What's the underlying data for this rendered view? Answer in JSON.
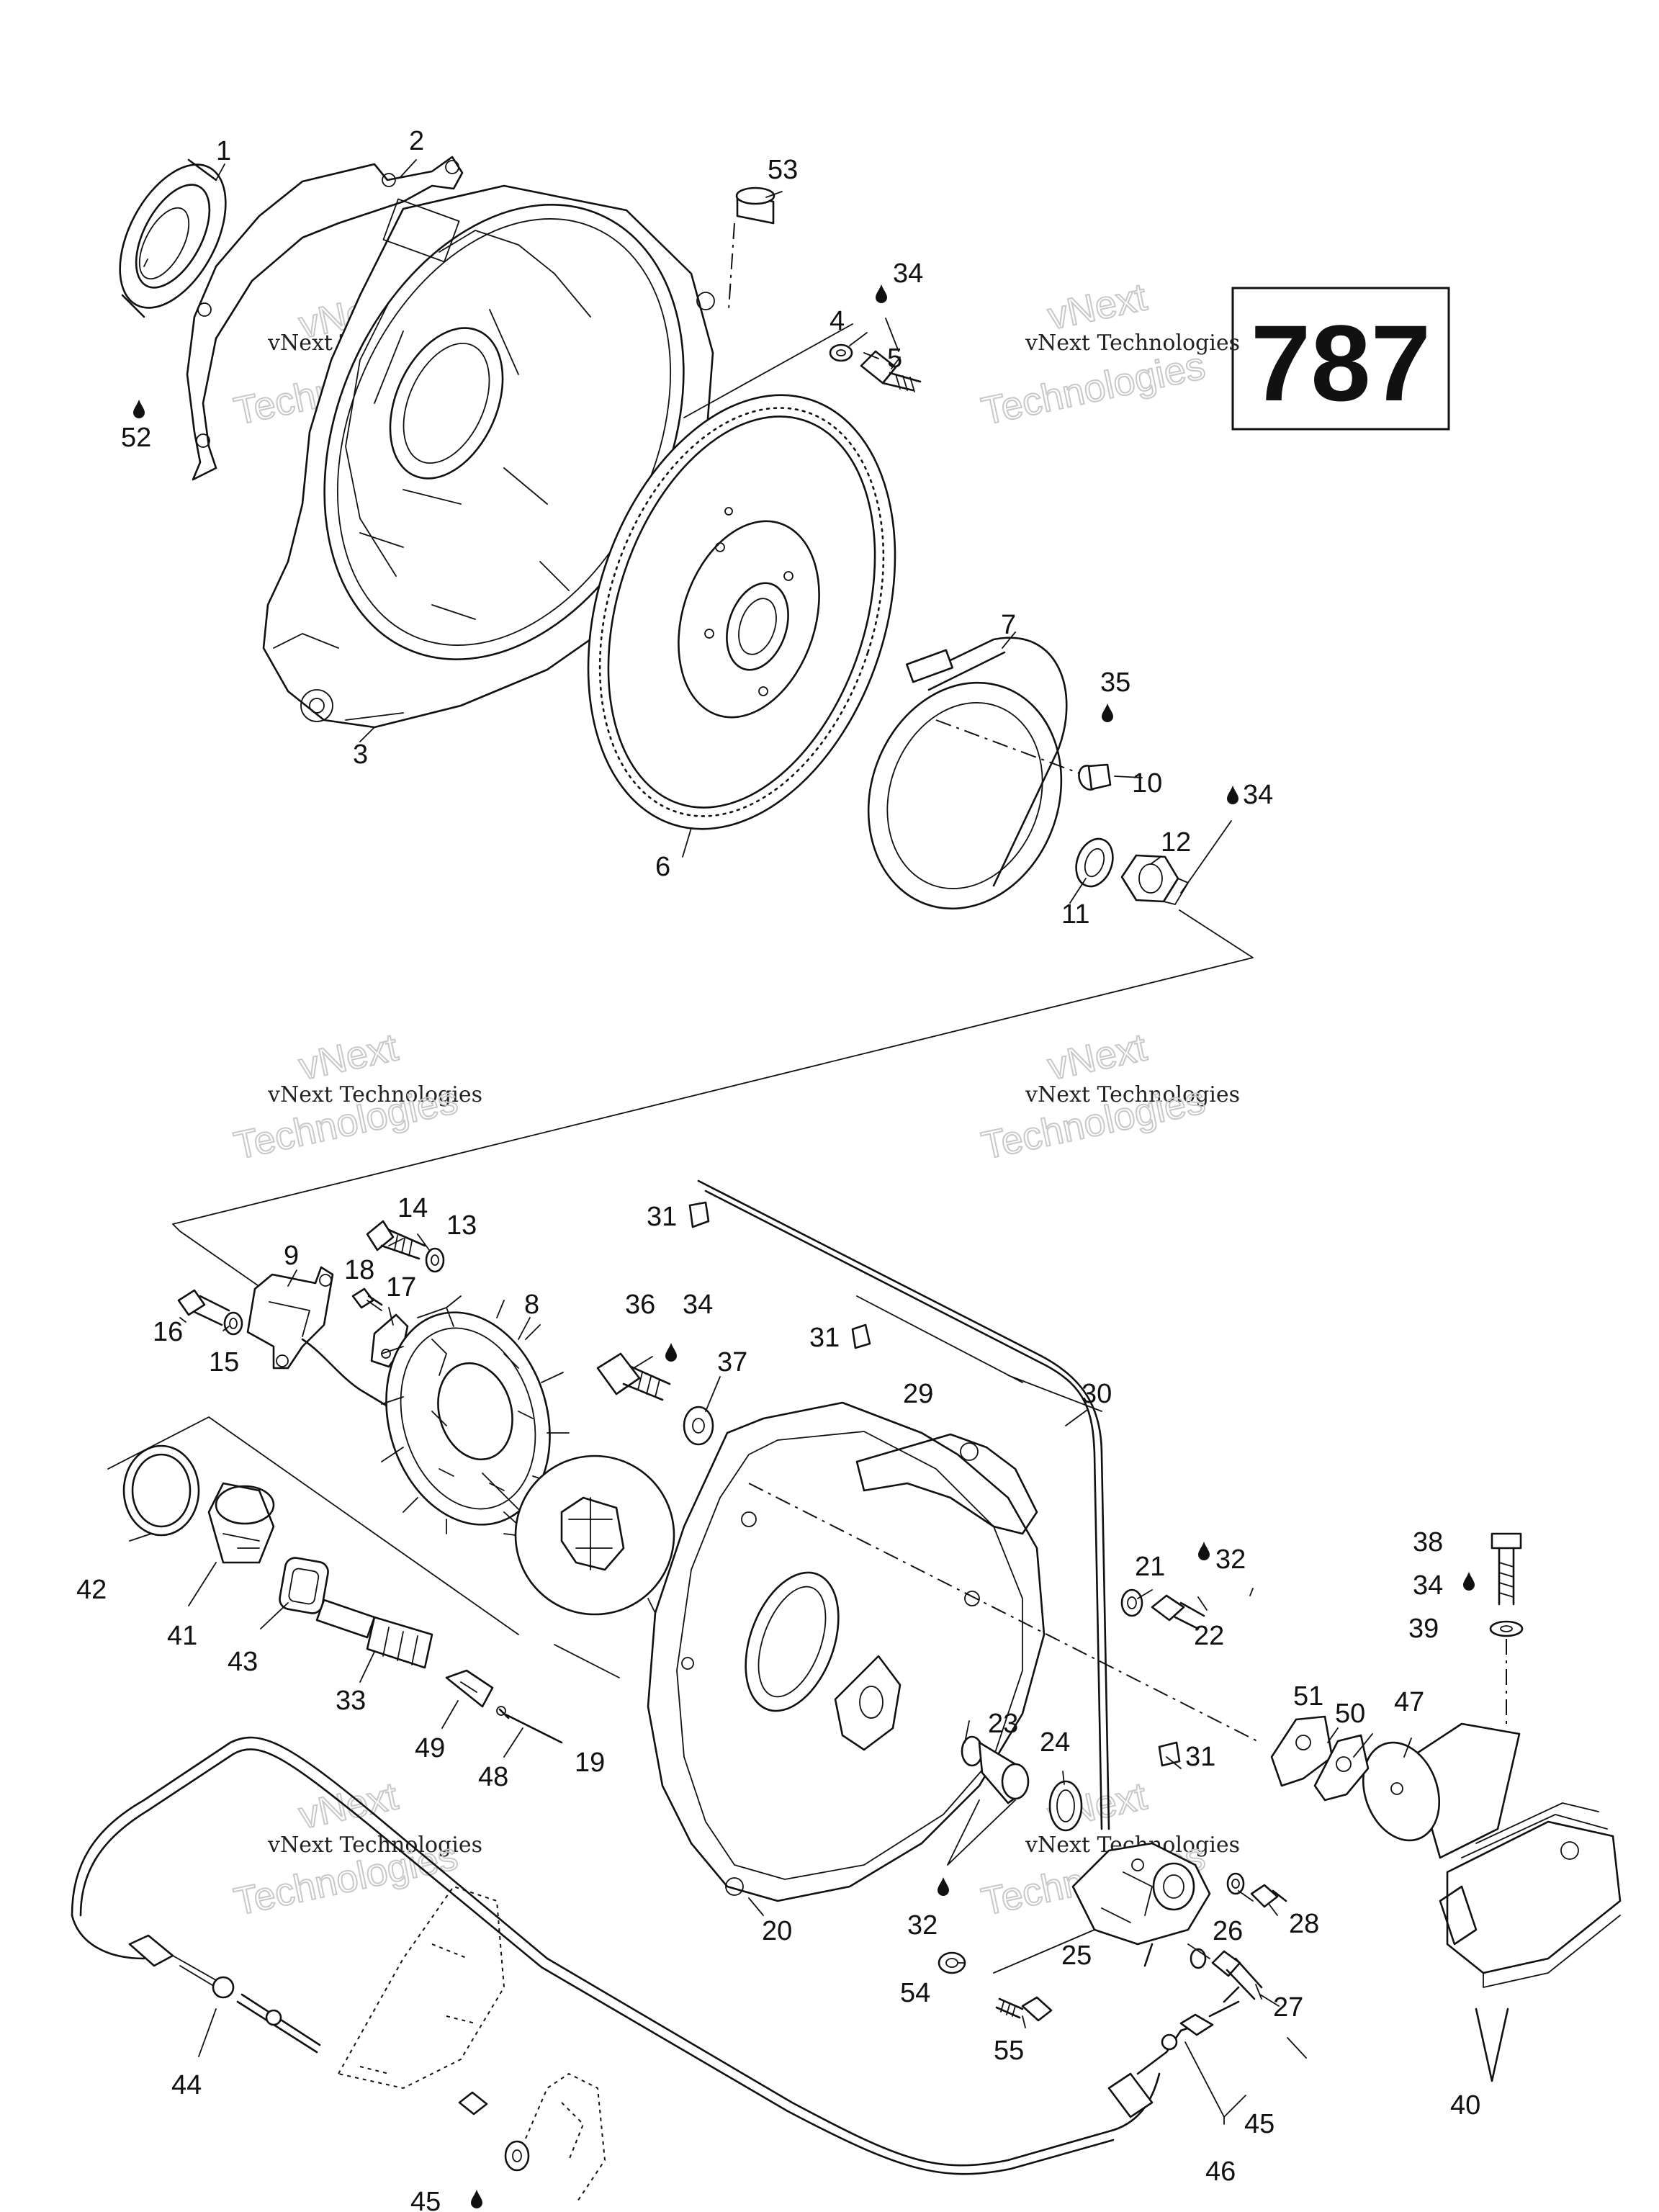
{
  "diagram_number": "787",
  "watermark": {
    "line1": "vNext Technologies",
    "line2": "vNext",
    "line3": "Technologies"
  },
  "callouts": [
    {
      "id": "c1",
      "text": "1"
    },
    {
      "id": "c2",
      "text": "2"
    },
    {
      "id": "c3",
      "text": "3"
    },
    {
      "id": "c4",
      "text": "4"
    },
    {
      "id": "c5",
      "text": "5"
    },
    {
      "id": "c6",
      "text": "6"
    },
    {
      "id": "c7",
      "text": "7"
    },
    {
      "id": "c10",
      "text": "10"
    },
    {
      "id": "c11",
      "text": "11"
    },
    {
      "id": "c12",
      "text": "12"
    },
    {
      "id": "c35",
      "text": "35"
    },
    {
      "id": "c34a",
      "text": "34"
    },
    {
      "id": "c34b",
      "text": "34"
    },
    {
      "id": "c52",
      "text": "52"
    },
    {
      "id": "c53",
      "text": "53"
    },
    {
      "id": "c8",
      "text": "8"
    },
    {
      "id": "c9",
      "text": "9"
    },
    {
      "id": "c13",
      "text": "13"
    },
    {
      "id": "c14",
      "text": "14"
    },
    {
      "id": "c15",
      "text": "15"
    },
    {
      "id": "c16",
      "text": "16"
    },
    {
      "id": "c17",
      "text": "17"
    },
    {
      "id": "c18",
      "text": "18"
    },
    {
      "id": "c19",
      "text": "19"
    },
    {
      "id": "c20",
      "text": "20"
    },
    {
      "id": "c21",
      "text": "21"
    },
    {
      "id": "c22",
      "text": "22"
    },
    {
      "id": "c23",
      "text": "23"
    },
    {
      "id": "c24",
      "text": "24"
    },
    {
      "id": "c25",
      "text": "25"
    },
    {
      "id": "c26",
      "text": "26"
    },
    {
      "id": "c27",
      "text": "27"
    },
    {
      "id": "c28",
      "text": "28"
    },
    {
      "id": "c29",
      "text": "29"
    },
    {
      "id": "c30",
      "text": "30"
    },
    {
      "id": "c31a",
      "text": "31"
    },
    {
      "id": "c31b",
      "text": "31"
    },
    {
      "id": "c31c",
      "text": "31"
    },
    {
      "id": "c32a",
      "text": "32"
    },
    {
      "id": "c32b",
      "text": "32"
    },
    {
      "id": "c33",
      "text": "33"
    },
    {
      "id": "c34c",
      "text": "34"
    },
    {
      "id": "c34d",
      "text": "34"
    },
    {
      "id": "c36",
      "text": "36"
    },
    {
      "id": "c37",
      "text": "37"
    },
    {
      "id": "c38",
      "text": "38"
    },
    {
      "id": "c39",
      "text": "39"
    },
    {
      "id": "c40",
      "text": "40"
    },
    {
      "id": "c41",
      "text": "41"
    },
    {
      "id": "c42",
      "text": "42"
    },
    {
      "id": "c43",
      "text": "43"
    },
    {
      "id": "c44",
      "text": "44"
    },
    {
      "id": "c45a",
      "text": "45"
    },
    {
      "id": "c45b",
      "text": "45"
    },
    {
      "id": "c46",
      "text": "46"
    },
    {
      "id": "c47",
      "text": "47"
    },
    {
      "id": "c48",
      "text": "48"
    },
    {
      "id": "c49",
      "text": "49"
    },
    {
      "id": "c50",
      "text": "50"
    },
    {
      "id": "c51",
      "text": "51"
    },
    {
      "id": "c54",
      "text": "54"
    },
    {
      "id": "c55",
      "text": "55"
    }
  ]
}
